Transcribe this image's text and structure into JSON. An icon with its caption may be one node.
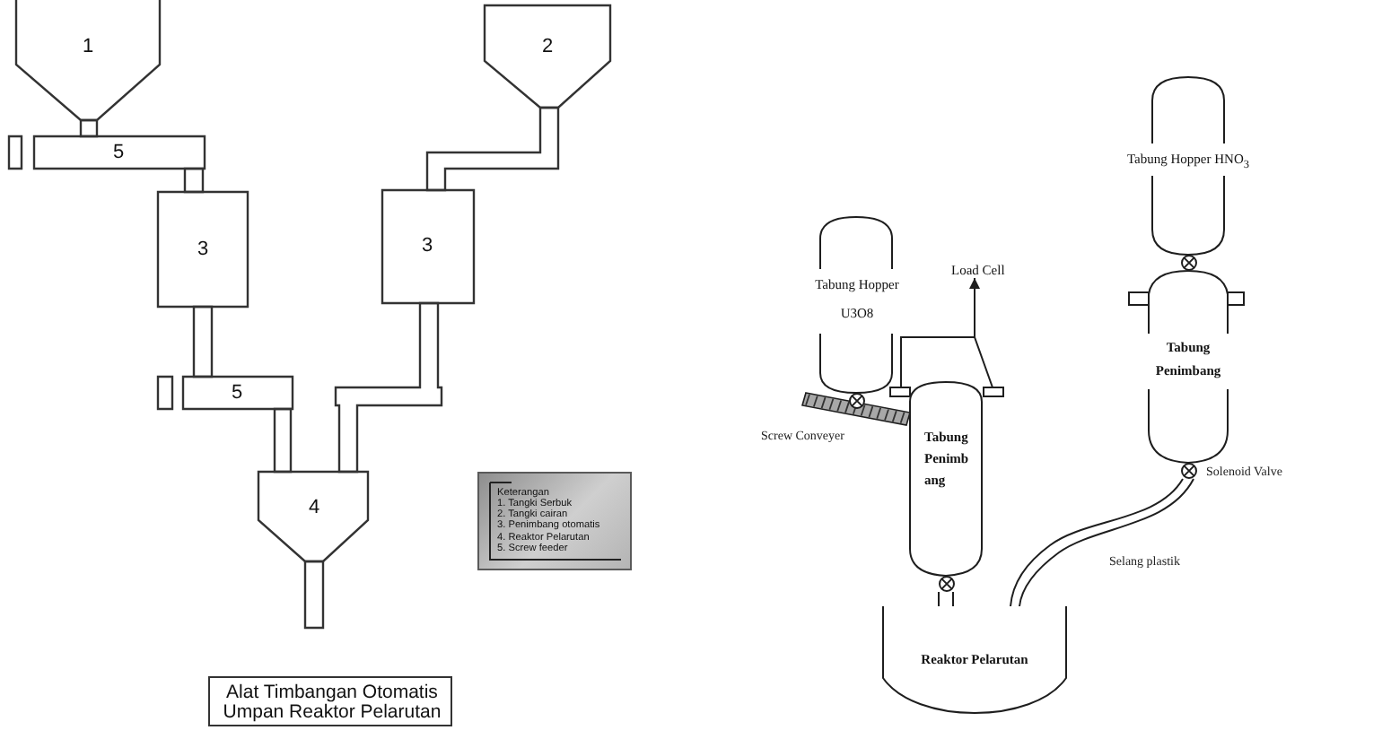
{
  "diagram": {
    "nodes": [
      {
        "text": [
          "1"
        ]
      },
      {
        "text": [
          "2"
        ]
      },
      {
        "text": [],
        "shape": "box"
      },
      {
        "text": [
          "5"
        ]
      },
      {
        "text": [
          "3"
        ]
      },
      {
        "text": [
          "3"
        ]
      },
      {
        "text": [],
        "shape": "box"
      },
      {
        "text": [
          "5"
        ]
      },
      {
        "text": [
          "4"
        ]
      },
      {
        "text": [
          "Keterangan",
          "1. Tangki Serbuk",
          "2. Tangki cairan",
          "3. Penimbang otomatis",
          "4. Reaktor Pelarutan",
          "5. Screw feeder"
        ]
      },
      {
        "text": [
          "Alat Timbangan Otomatis Umpan Reaktor Pelarutan"
        ]
      },
      {
        "text": [
          "Tabung Hopper HNO$_{3}$"
        ]
      },
      {
        "text": [
          "Tabung Hopper U3O8"
        ]
      },
      {
        "text": [
          "Load Cell"
        ]
      },
      {
        "text": [
          "Tabung Penimbang"
        ]
      },
      {
        "text": [],
        "shape": "frame"
      },
      {
        "text": [
          "Tabung Penimb ang"
        ]
      },
      {
        "text": [
          "Reaktor Pelarutan"
        ]
      }
    ],
    "edges": [
      {
        "from": 0,
        "to": 3,
        "arrow": "none"
      },
      {
        "from": 3,
        "to": 4,
        "arrow": "none"
      },
      {
        "from": 1,
        "to": 5,
        "arrow": "none"
      },
      {
        "from": 4,
        "to": 7,
        "arrow": "none"
      },
      {
        "from": 7,
        "to": 8,
        "arrow": "none"
      },
      {
        "from": 5,
        "to": 8,
        "arrow": "none"
      },
      {
        "from": 8,
        "to": null,
        "arrow": "none"
      },
      {
        "from": 15,
        "to": 13,
        "arrow": "to"
      },
      {
        "from": 16,
        "to": 17,
        "arrow": "none"
      },
      {
        "from": 14,
        "to": 17,
        "arrow": "none",
        "label": "Selang plastik"
      }
    ],
    "labels": [
      "Screw Conveyer",
      "Solenoid Valve"
    ]
  }
}
